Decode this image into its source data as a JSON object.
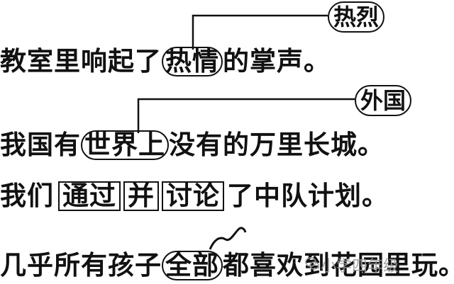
{
  "line1": {
    "pre": "教室里响起了",
    "marked": "热情",
    "post": "的掌声。",
    "correction": "热烈"
  },
  "line2": {
    "pre": "我国有",
    "marked": "世界上",
    "post": "没有的万里长城。",
    "correction": "外国"
  },
  "line3": {
    "pre": "我们",
    "box1": "通过",
    "box2": "并",
    "box3": "讨论",
    "post": "了中队计划。"
  },
  "line4": {
    "pre": "几乎所有孩子",
    "marked": "全部",
    "post": "都喜欢到花园里玩。"
  },
  "watermark": {
    "text": "小学四年级"
  }
}
